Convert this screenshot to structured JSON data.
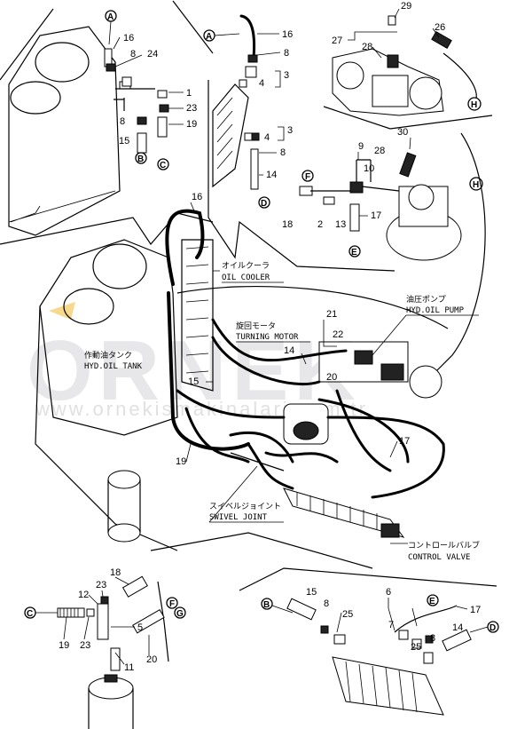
{
  "watermark": {
    "brand": "ORNEK",
    "url": "www.ornekismakinalari.com.tr"
  },
  "captions": {
    "oil_cooler_jp": "オイルクーラ",
    "oil_cooler_en": "OIL COOLER",
    "hyd_oil_pump_jp": "油圧ポンプ",
    "hyd_oil_pump_en": "HYD.OIL PUMP",
    "turning_motor_jp": "旋回モータ",
    "turning_motor_en": "TURNING MOTOR",
    "hyd_oil_tank_jp": "作動油タンク",
    "hyd_oil_tank_en": "HYD.OIL TANK",
    "swivel_joint_jp": "スイベルジョイント",
    "swivel_joint_en": "SWIVEL JOINT",
    "control_valve_jp": "コントロールバルブ",
    "control_valve_en": "CONTROL VALVE"
  },
  "connectors": {
    "A": "A",
    "B": "B",
    "C": "C",
    "D": "D",
    "E": "E",
    "F": "F",
    "G": "G",
    "H": "H"
  },
  "callouts": {
    "n1": "1",
    "n2": "2",
    "n3": "3",
    "n4": "4",
    "n5": "5",
    "n6": "6",
    "n7": "7",
    "n8": "8",
    "n9": "9",
    "n10": "10",
    "n11": "11",
    "n12": "12",
    "n13": "13",
    "n14": "14",
    "n15": "15",
    "n16": "16",
    "n17": "17",
    "n18": "18",
    "n19": "19",
    "n20": "20",
    "n21": "21",
    "n22": "22",
    "n23": "23",
    "n24": "24",
    "n25": "25",
    "n26": "26",
    "n27": "27",
    "n28": "28",
    "n29": "29",
    "n30": "30"
  }
}
